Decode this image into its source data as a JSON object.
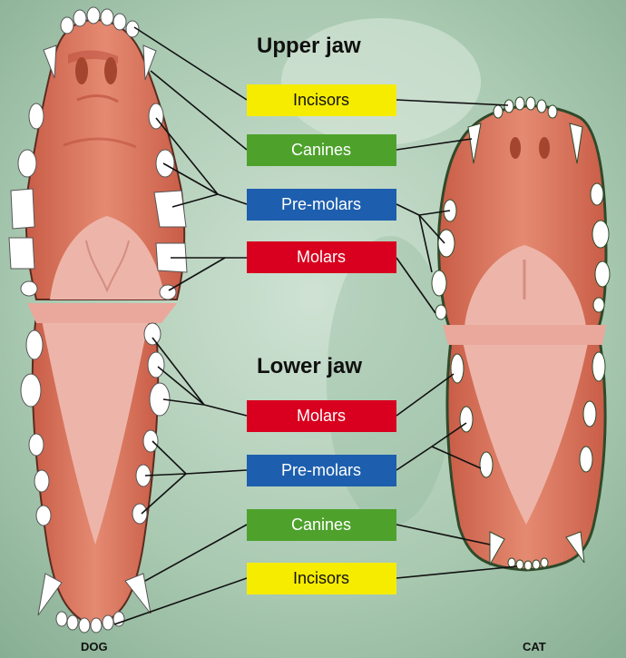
{
  "headings": {
    "upper": "Upper jaw",
    "lower": "Lower jaw"
  },
  "labels": {
    "upper": [
      "Incisors",
      "Canines",
      "Pre-molars",
      "Molars"
    ],
    "lower": [
      "Molars",
      "Pre-molars",
      "Canines",
      "Incisors"
    ]
  },
  "animals": {
    "left": "DOG",
    "right": "CAT"
  },
  "colors": {
    "incisors": "#f5ec00",
    "canines": "#4ea22c",
    "premolars": "#1d5fae",
    "molars": "#d8001e",
    "background": "#a9c9b1",
    "gum": "#d9735d",
    "palate": "#edb5a9",
    "tooth": "#ffffff"
  }
}
